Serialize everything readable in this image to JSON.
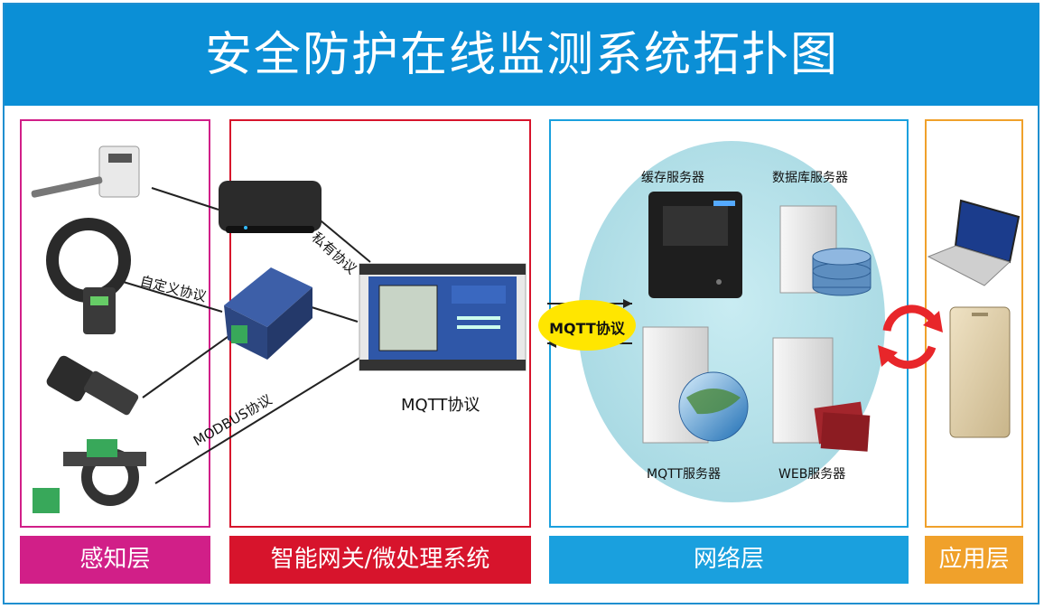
{
  "title": "安全防护在线监测系统拓扑图",
  "layers": {
    "perception": "感知层",
    "gateway": "智能网关/微处理系统",
    "network": "网络层",
    "application": "应用层"
  },
  "protocols": {
    "private": "私有协议",
    "custom": "自定义协议",
    "modbus": "MODBUS协议",
    "mqtt_gateway": "MQTT协议",
    "mqtt_link": "MQTT协议"
  },
  "servers": {
    "cache": "缓存服务器",
    "database": "数据库服务器",
    "mqtt": "MQTT服务器",
    "web": "WEB服务器"
  },
  "colors": {
    "title_bg": "#0b8fd6",
    "perception": "#d11f88",
    "gateway": "#d7142c",
    "network": "#1aa0de",
    "application": "#f0a12b",
    "mqtt_badge": "#ffe600",
    "sync_arrows": "#e8262a"
  }
}
